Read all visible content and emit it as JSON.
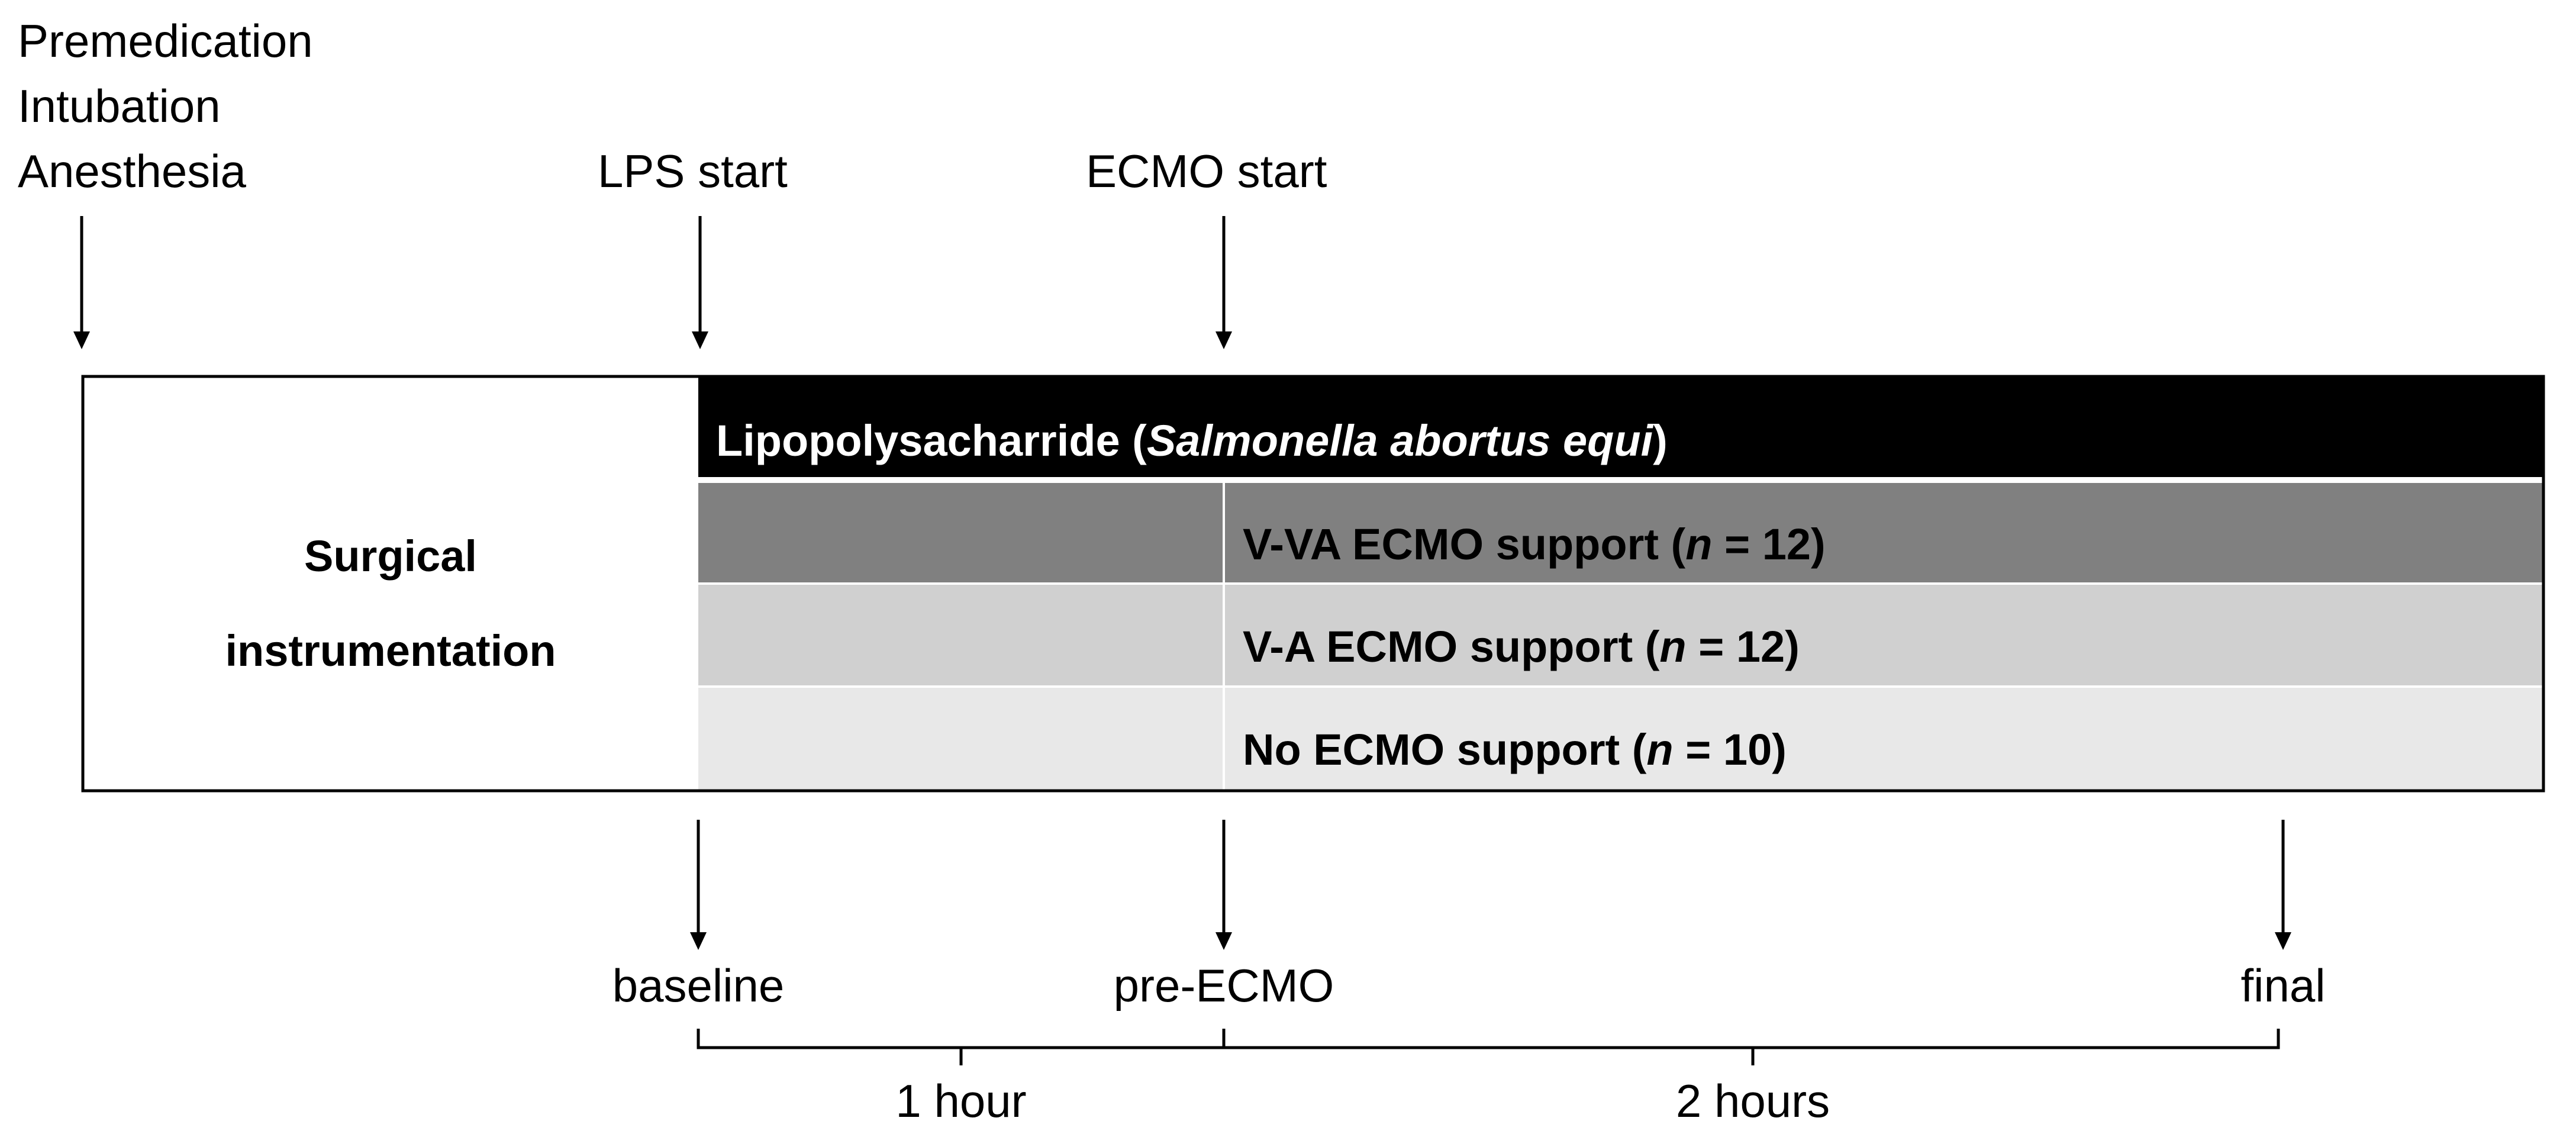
{
  "events": {
    "prep": [
      "Premedication",
      "Intubation",
      "Anesthesia"
    ],
    "lps_start": "LPS start",
    "ecmo_start": "ECMO start"
  },
  "phases": {
    "surgical": [
      "Surgical",
      "instrumentation"
    ],
    "lps_prefix": "Lipopolysacharride (",
    "lps_italic": "Salmonella abortus equi",
    "lps_suffix": ")"
  },
  "groups": [
    {
      "label": "V-VA ECMO support (",
      "n_symbol": "n",
      "n_text": " = 12)",
      "color": "#808080"
    },
    {
      "label": "V-A ECMO support (",
      "n_symbol": "n",
      "n_text": " = 12)",
      "color": "#d0d0d0"
    },
    {
      "label": "No ECMO support (",
      "n_symbol": "n",
      "n_text": " = 10)",
      "color": "#e8e8e8"
    }
  ],
  "timepoints": {
    "baseline": "baseline",
    "pre_ecmo": "pre-ECMO",
    "final": "final"
  },
  "durations": {
    "first": "1 hour",
    "second": "2 hours"
  },
  "colors": {
    "lps_bar": "#000000",
    "lps_text": "#ffffff"
  }
}
